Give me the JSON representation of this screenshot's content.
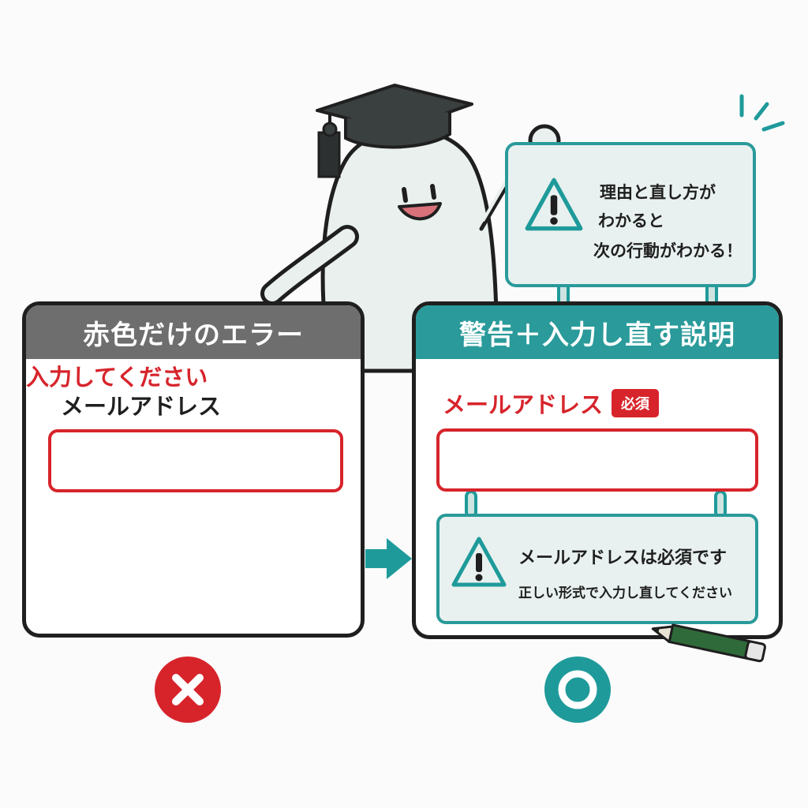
{
  "left_panel": {
    "title": "赤色だけのエラー",
    "field_label": "メールアドレス",
    "error_text": "入力してください"
  },
  "right_panel": {
    "title": "警告＋入力し直す説明",
    "field_label": "メールアドレス",
    "required_badge": "必須",
    "help_line1": "メールアドレスは必須です",
    "help_line2": "正しい形式で入力し直してください"
  },
  "bubble": {
    "line1": "理由と直し方が",
    "line2": "わかると",
    "line3": "次の行動がわかる！"
  },
  "marks": {
    "bad": "×",
    "good": "○"
  },
  "colors": {
    "error_red": "#d7242b",
    "teal": "#2a9a9a",
    "gray_header": "#6e6e6e",
    "outline": "#1f1f1f"
  },
  "icons": [
    "graduation-cap-icon",
    "warning-icon",
    "arrow-right-icon",
    "pencil-icon",
    "cross-icon",
    "circle-icon"
  ]
}
